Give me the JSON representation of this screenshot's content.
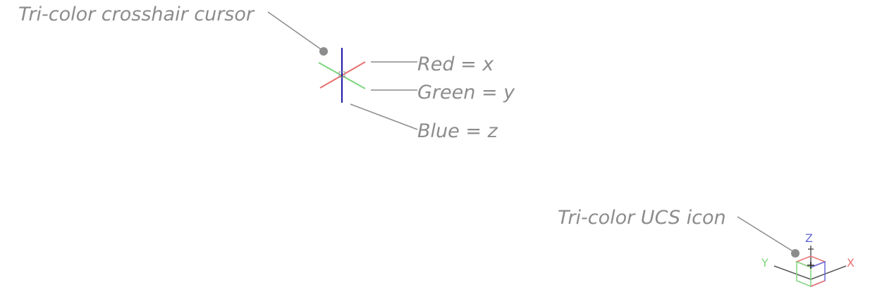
{
  "labels": {
    "crosshair_title": "Tri-color crosshair cursor",
    "red": "Red = x",
    "green": "Green = y",
    "blue": "Blue = z",
    "ucs_title": "Tri-color UCS icon"
  },
  "ucs_axes": {
    "x": "X",
    "y": "Y",
    "z": "Z"
  },
  "colors": {
    "label_text": "#8c8c8c",
    "leader_line": "#8c8c8c",
    "x_axis": "#e87070",
    "y_axis": "#7ed67e",
    "z_axis": "#1a1aa8",
    "z_letter": "#6a6ad8"
  }
}
